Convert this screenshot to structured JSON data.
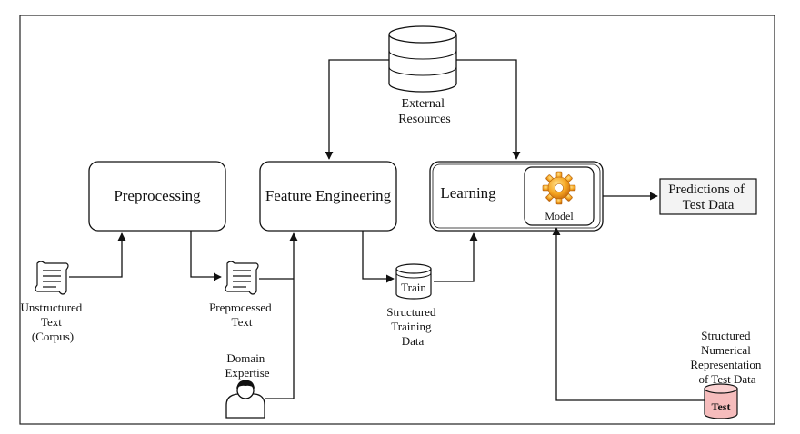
{
  "nodes": {
    "preprocessing": "Preprocessing",
    "feature_engineering": "Feature Engineering",
    "learning": "Learning",
    "model": "Model",
    "predictions": [
      "Predictions of",
      "Test Data"
    ]
  },
  "sources": {
    "external_resources": [
      "External",
      "Resources"
    ],
    "unstructured_text": [
      "Unstructured",
      "Text",
      "(Corpus)"
    ],
    "preprocessed_text": [
      "Preprocessed",
      "Text"
    ],
    "domain_expertise": [
      "Domain",
      "Expertise"
    ],
    "train_cylinder": "Train",
    "structured_training_data": [
      "Structured",
      "Training",
      "Data"
    ],
    "test_cylinder": "Test",
    "structured_test_data": [
      "Structured",
      "Numerical",
      "Representation",
      "of Test Data"
    ]
  },
  "colors": {
    "line": "#111111",
    "test_fill": "#f6bcbc",
    "predictions_fill": "#f3f3f3",
    "gear": "#f5a623"
  }
}
